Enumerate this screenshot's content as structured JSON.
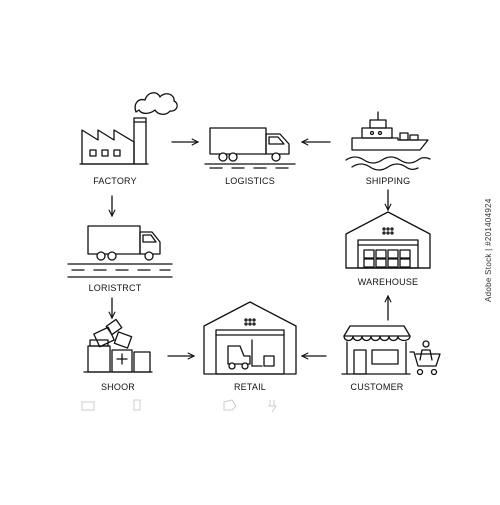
{
  "diagram": {
    "nodes": [
      {
        "id": "factory",
        "label": "FACTORY",
        "icon": "factory-icon"
      },
      {
        "id": "logistics",
        "label": "LOGISTICS",
        "icon": "truck-icon"
      },
      {
        "id": "shipping",
        "label": "SHIPPING",
        "icon": "ship-icon"
      },
      {
        "id": "loristrct",
        "label": "LORISTRCT",
        "icon": "truck-on-road-icon"
      },
      {
        "id": "warehouse",
        "label": "WAREHOUSE",
        "icon": "warehouse-icon"
      },
      {
        "id": "shoor",
        "label": "SHOOR",
        "icon": "boxes-icon"
      },
      {
        "id": "retail",
        "label": "RETAIL",
        "icon": "forklift-warehouse-icon"
      },
      {
        "id": "customer",
        "label": "CUSTOMER",
        "icon": "shop-with-cart-icon"
      }
    ],
    "edges": [
      {
        "from": "factory",
        "to": "logistics"
      },
      {
        "from": "shipping",
        "to": "logistics"
      },
      {
        "from": "factory",
        "to": "loristrct"
      },
      {
        "from": "shipping",
        "to": "warehouse"
      },
      {
        "from": "loristrct",
        "to": "shoor"
      },
      {
        "from": "shoor",
        "to": "retail"
      },
      {
        "from": "customer",
        "to": "retail"
      },
      {
        "from": "customer",
        "to": "warehouse"
      }
    ]
  },
  "watermark": {
    "text": "Adobe Stock | #201404924"
  },
  "colors": {
    "stroke": "#111111",
    "faint": "#cccccc",
    "background": "#ffffff"
  }
}
